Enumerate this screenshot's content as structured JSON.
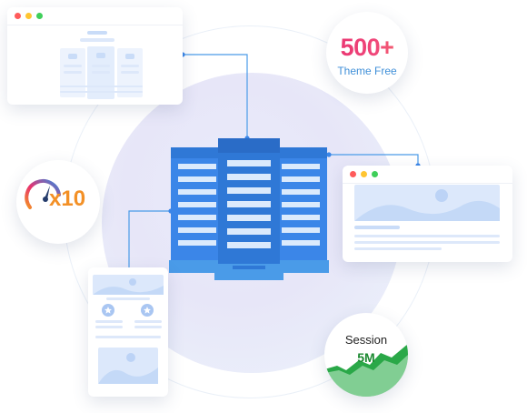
{
  "theme_bubble": {
    "count": "500+",
    "caption": "Theme Free"
  },
  "speed_bubble": {
    "multiplier": "x10",
    "icon": "speedometer-icon"
  },
  "session_bubble": {
    "label": "Session",
    "value": "5M"
  },
  "colors": {
    "accent_blue": "#3f8fd8",
    "pink": "#e8316f",
    "orange": "#f39026",
    "green": "#1d8a32",
    "server_blue": "#3b86e8"
  }
}
